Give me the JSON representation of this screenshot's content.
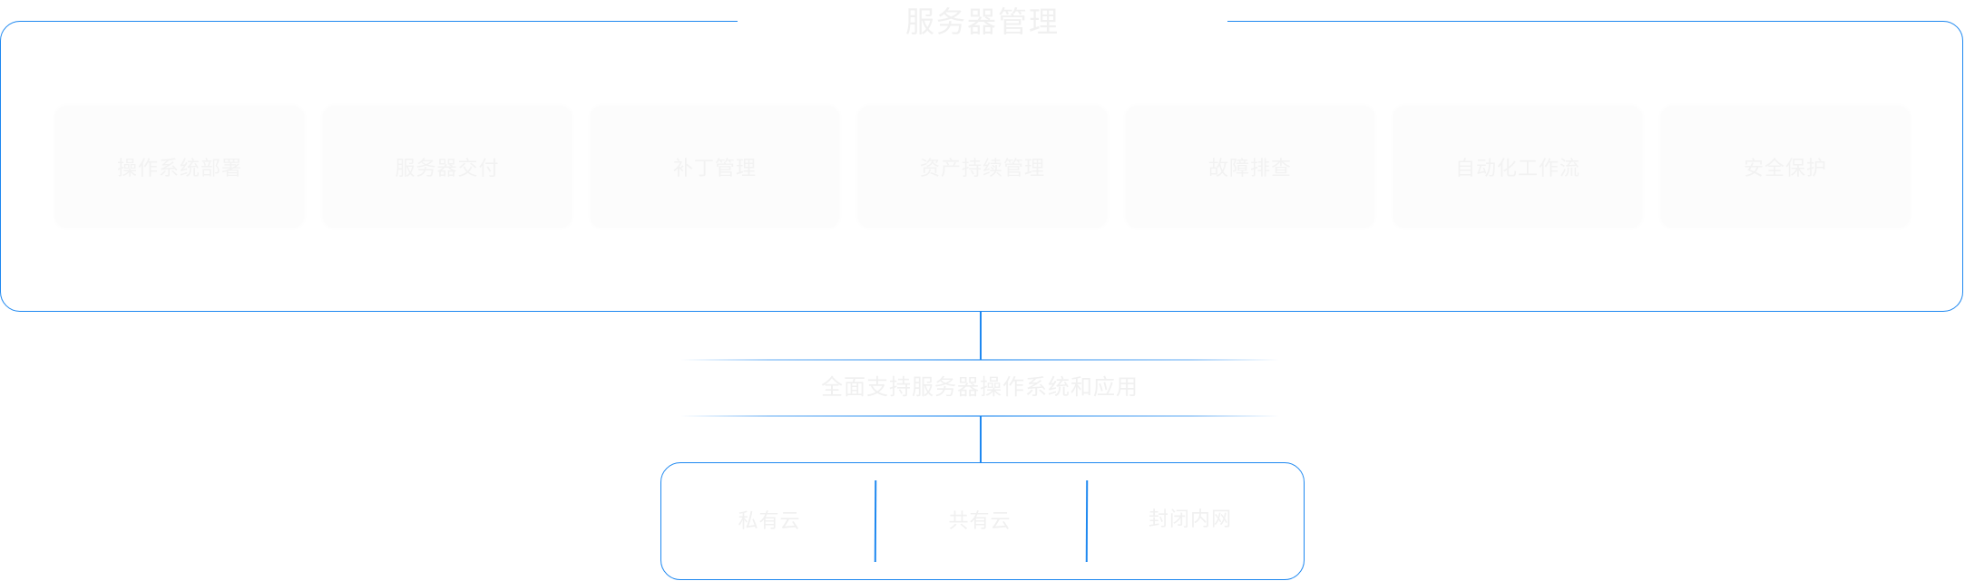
{
  "diagram": {
    "title": "服务器管理",
    "functions": [
      "操作系统部署",
      "服务器交付",
      "补丁管理",
      "资产持续管理",
      "故障排查",
      "自动化工作流",
      "安全保护"
    ],
    "support_text": "全面支持服务器操作系统和应用",
    "deployment_options": [
      "私有云",
      "共有云",
      "封闭内网"
    ]
  },
  "colors": {
    "line": "#1e88f0",
    "faint_text": "#f0f0f0",
    "card_bg": "#fcfcfc",
    "background": "#ffffff"
  }
}
